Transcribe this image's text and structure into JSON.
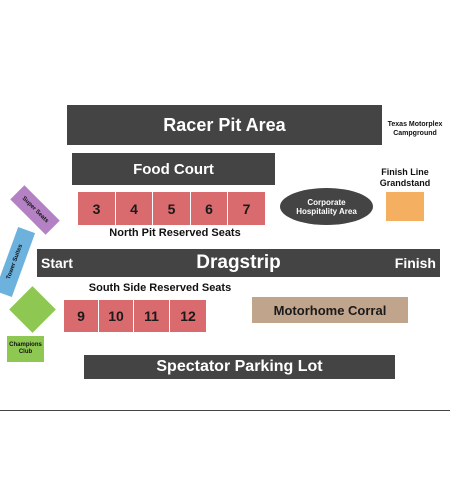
{
  "map": {
    "racer_pit_area": "Racer Pit Area",
    "texas_motorplex_campground": "Texas Motorplex Campground",
    "food_court": "Food Court",
    "finish_line_grandstand": "Finish Line Grandstand",
    "corporate_hospitality_area": "Corporate Hospitality Area",
    "super_seats": "Super Seats",
    "north_pit_sections": [
      "3",
      "4",
      "5",
      "6",
      "7"
    ],
    "north_pit_reserved_seats": "North Pit Reserved Seats",
    "tower_suites": "Tower Suites",
    "dragstrip": "Dragstrip",
    "start": "Start",
    "finish": "Finish",
    "south_side_reserved_seats": "South Side Reserved Seats",
    "south_sections": [
      "9",
      "10",
      "11",
      "12"
    ],
    "motorhome_corral": "Motorhome Corral",
    "champions_club": "Champions Club",
    "spectator_parking_lot": "Spectator Parking Lot"
  },
  "colors": {
    "dark_block": "#444444",
    "reserved_section": "#d96a6e",
    "super_seats": "#b482c4",
    "tower_suites": "#6db1dd",
    "champions_club": "#8ec853",
    "finish_line_grandstand": "#f4b060",
    "motorhome_corral": "#c0a48c"
  }
}
